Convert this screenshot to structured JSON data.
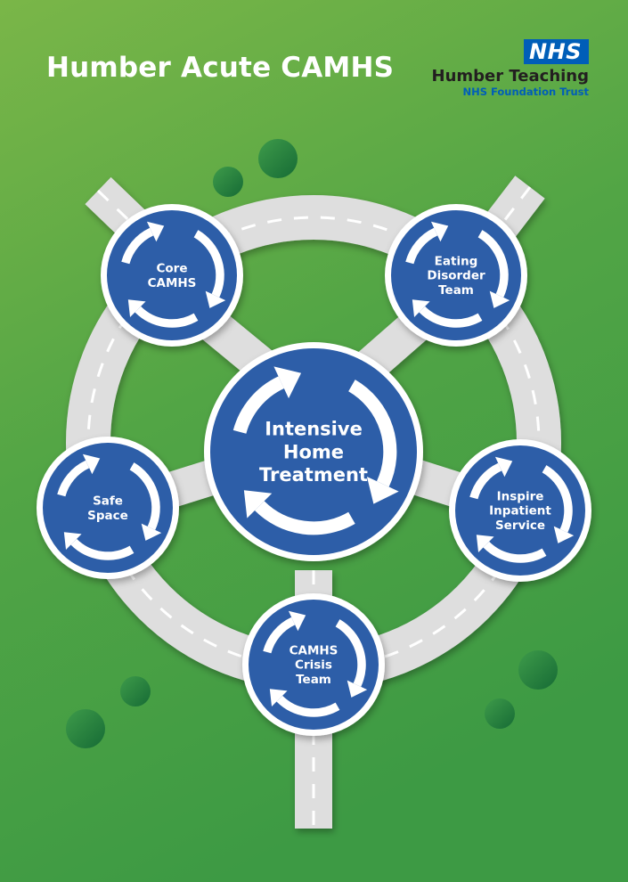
{
  "header": {
    "title": "Humber Acute CAMHS"
  },
  "logo": {
    "badge": "NHS",
    "org_name": "Humber Teaching",
    "org_subtitle": "NHS Foundation Trust"
  },
  "diagram": {
    "center": {
      "lines": [
        "Intensive",
        "Home",
        "Treatment"
      ]
    },
    "services": [
      {
        "id": "core-camhs",
        "lines": [
          "Core",
          "CAMHS"
        ]
      },
      {
        "id": "eating-disorder-team",
        "lines": [
          "Eating",
          "Disorder",
          "Team"
        ]
      },
      {
        "id": "safe-space",
        "lines": [
          "Safe",
          "Space"
        ]
      },
      {
        "id": "inspire-inpatient-service",
        "lines": [
          "Inspire",
          "Inpatient",
          "Service"
        ]
      },
      {
        "id": "camhs-crisis-team",
        "lines": [
          "CAMHS",
          "Crisis",
          "Team"
        ]
      }
    ]
  },
  "colors": {
    "background_top": "#7ab648",
    "background_bottom": "#3d9a44",
    "roundabout_blue": "#2d5ea8",
    "road_grey": "#dedede",
    "nhs_blue": "#005eb8"
  }
}
